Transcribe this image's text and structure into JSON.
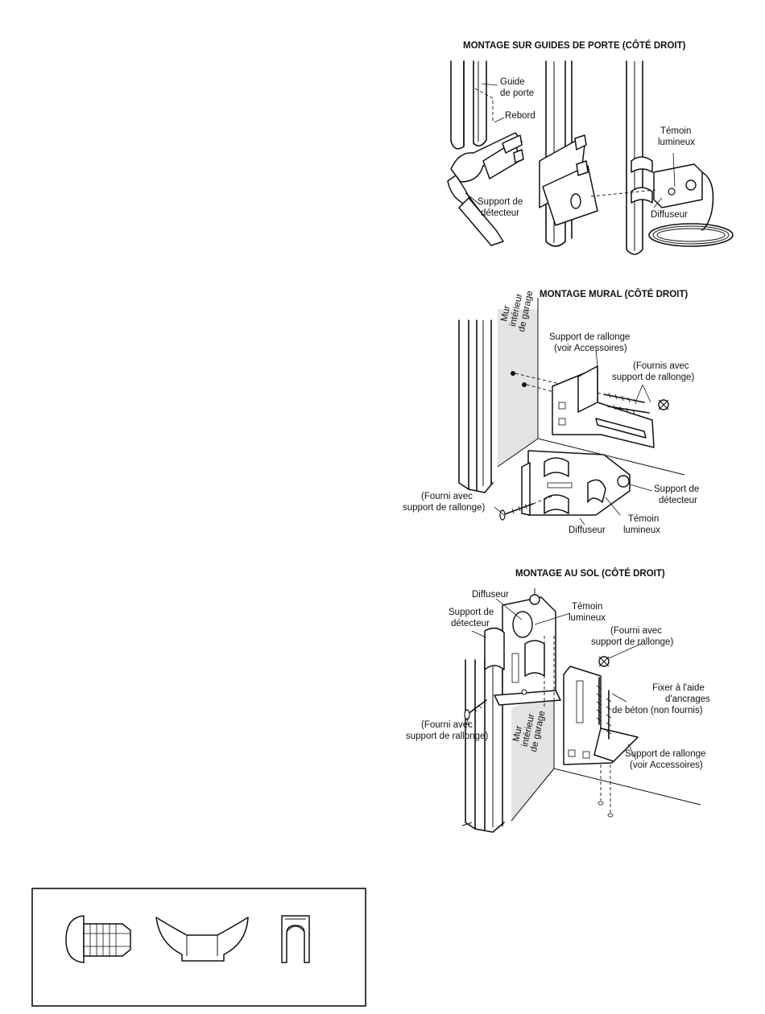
{
  "figures": [
    {
      "title": "MONTAGE SUR GUIDES DE PORTE (CÔTÉ DROIT)",
      "labels": [
        {
          "lines": [
            "Guide",
            "de porte"
          ]
        },
        {
          "lines": [
            "Rebord"
          ]
        },
        {
          "lines": [
            "Témoin",
            "lumineux"
          ]
        },
        {
          "lines": [
            "Support de",
            "détecteur"
          ]
        },
        {
          "lines": [
            "Diffuseur"
          ]
        }
      ]
    },
    {
      "title": "MONTAGE MURAL (CÔTÉ DROIT)",
      "labels": [
        {
          "lines": [
            "Mur",
            "intérieur",
            "de garage"
          ]
        },
        {
          "lines": [
            "Support de rallonge",
            "(voir Accessoires)"
          ]
        },
        {
          "lines": [
            "(Fournis avec",
            "support de rallonge)"
          ]
        },
        {
          "lines": [
            "Support de",
            "détecteur"
          ]
        },
        {
          "lines": [
            "(Fourni avec",
            "support de rallonge)"
          ]
        },
        {
          "lines": [
            "Témoin",
            "lumineux"
          ]
        },
        {
          "lines": [
            "Diffuseur"
          ]
        }
      ]
    },
    {
      "title": "MONTAGE AU SOL (CÔTÉ DROIT)",
      "labels": [
        {
          "lines": [
            "Diffuseur"
          ]
        },
        {
          "lines": [
            "Témoin",
            "lumineux"
          ]
        },
        {
          "lines": [
            "Support de",
            "détecteur"
          ]
        },
        {
          "lines": [
            "(Fourni avec",
            "support de rallonge)"
          ]
        },
        {
          "lines": [
            "Fixer à l'aide",
            "d'ancrages",
            "de béton (non fournis)"
          ]
        },
        {
          "lines": [
            "(Fourni avec",
            "support de rallonge)"
          ]
        },
        {
          "lines": [
            "Mur",
            "intérieur",
            "de garage"
          ]
        },
        {
          "lines": [
            "Support de rallonge",
            "(voir Accessoires)"
          ]
        }
      ]
    }
  ],
  "hardware": [
    {
      "icon": "carriage-bolt-icon"
    },
    {
      "icon": "wing-nut-icon"
    },
    {
      "icon": "clip-icon"
    }
  ]
}
